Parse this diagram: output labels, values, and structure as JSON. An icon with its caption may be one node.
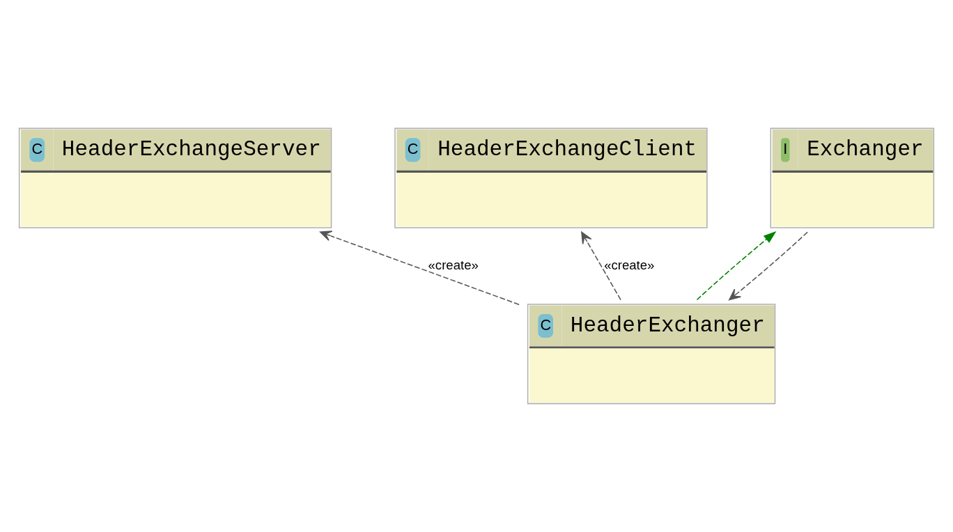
{
  "diagram": {
    "nodes": [
      {
        "text": [
          "C",
          "HeaderExchangeServer"
        ]
      },
      {
        "text": [
          "C",
          "HeaderExchangeClient"
        ]
      },
      {
        "text": [
          "C",
          "HeaderExchanger"
        ]
      },
      {
        "text": [
          "I",
          "Exchanger"
        ]
      }
    ],
    "edges": [
      {
        "from": 2,
        "to": 0,
        "arrow": "to",
        "label": "«create»",
        "style": "dashed"
      },
      {
        "from": 2,
        "to": 1,
        "arrow": "to",
        "label": "«create»",
        "style": "dashed"
      },
      {
        "from": 3,
        "to": 2,
        "arrow": "to",
        "style": "dashed"
      },
      {
        "from": 2,
        "to": 3,
        "arrow": "to",
        "style": "dashed",
        "color": "#008000"
      }
    ]
  }
}
